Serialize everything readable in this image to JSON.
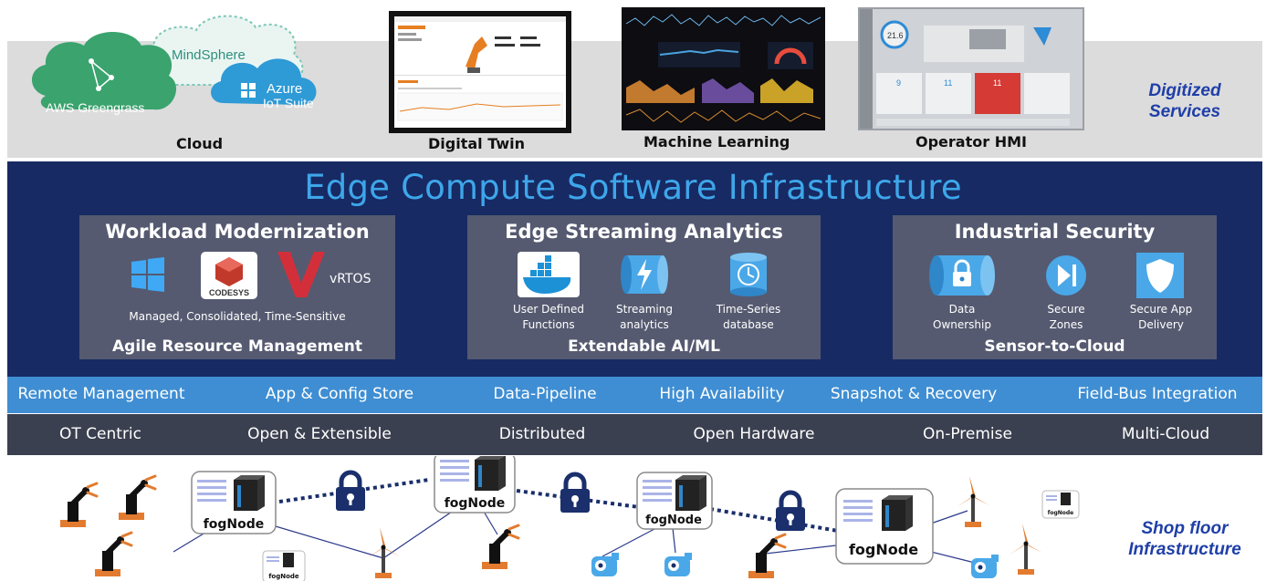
{
  "top": {
    "cloud_label": "Cloud",
    "cloud_items": [
      "AWS Greengrass",
      "MindSphere",
      "Azure",
      "IoT Suite"
    ],
    "digital_twin_label": "Digital Twin",
    "machine_learning_label": "Machine Learning",
    "operator_hmi_label": "Operator HMI",
    "hmi_readout": "21.6",
    "hmi_values": [
      "9",
      "11",
      "11"
    ],
    "digitized_services": [
      "Digitized",
      "Services"
    ]
  },
  "infra": {
    "title": "Edge Compute Software Infrastructure",
    "workload": {
      "title": "Workload Modernization",
      "codesys_label": "CODESYS",
      "vrtos_label": "vRTOS",
      "subtitle": "Managed, Consolidated, Time-Sensitive",
      "footer": "Agile Resource Management"
    },
    "streaming": {
      "title": "Edge Streaming Analytics",
      "items": [
        {
          "line1": "User Defined",
          "line2": "Functions"
        },
        {
          "line1": "Streaming",
          "line2": "analytics"
        },
        {
          "line1": "Time-Series",
          "line2": "database"
        }
      ],
      "footer": "Extendable AI/ML"
    },
    "security": {
      "title": "Industrial Security",
      "items": [
        {
          "line1": "Data",
          "line2": "Ownership"
        },
        {
          "line1": "Secure",
          "line2": "Zones"
        },
        {
          "line1": "Secure App",
          "line2": "Delivery"
        }
      ],
      "footer": "Sensor-to-Cloud"
    }
  },
  "features": [
    "Remote Management",
    "App & Config Store",
    "Data-Pipeline",
    "High Availability",
    "Snapshot & Recovery",
    "Field-Bus Integration"
  ],
  "principles": [
    "OT Centric",
    "Open & Extensible",
    "Distributed",
    "Open Hardware",
    "On-Premise",
    "Multi-Cloud"
  ],
  "shop_floor": {
    "node_label": "fogNode",
    "title": [
      "Shop floor",
      "Infrastructure"
    ]
  },
  "colors": {
    "infra_bg": "#172a63",
    "title_blue": "#3ea6ea",
    "panel_bg": "#555a70",
    "feature_bar": "#3f8ed3",
    "principle_bar": "#3b4050",
    "accent_italic": "#1f3fa8",
    "lock_navy": "#1a2f6b",
    "robot_orange": "#e27b2f"
  }
}
